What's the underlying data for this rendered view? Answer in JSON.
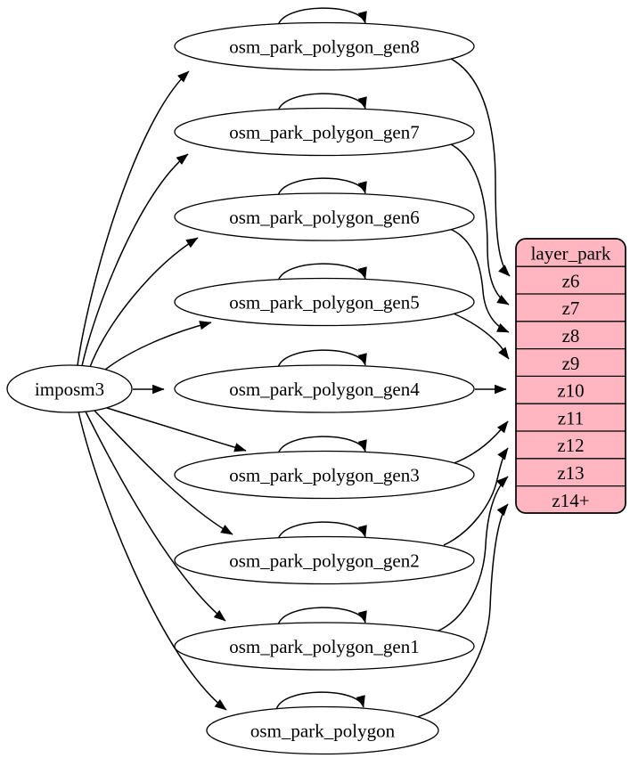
{
  "diagram": {
    "kind": "etl-graph",
    "source": {
      "label": "imposm3"
    },
    "tables": [
      {
        "label": "osm_park_polygon_gen8",
        "self_loop": true,
        "maps_to": "z6"
      },
      {
        "label": "osm_park_polygon_gen7",
        "self_loop": true,
        "maps_to": "z7"
      },
      {
        "label": "osm_park_polygon_gen6",
        "self_loop": true,
        "maps_to": "z8"
      },
      {
        "label": "osm_park_polygon_gen5",
        "self_loop": true,
        "maps_to": "z9"
      },
      {
        "label": "osm_park_polygon_gen4",
        "self_loop": true,
        "maps_to": "z10"
      },
      {
        "label": "osm_park_polygon_gen3",
        "self_loop": true,
        "maps_to": "z11"
      },
      {
        "label": "osm_park_polygon_gen2",
        "self_loop": true,
        "maps_to": "z12"
      },
      {
        "label": "osm_park_polygon_gen1",
        "self_loop": true,
        "maps_to": "z13"
      },
      {
        "label": "osm_park_polygon",
        "self_loop": true,
        "maps_to": "z14+"
      }
    ],
    "layer": {
      "title": "layer_park",
      "rows": [
        "z6",
        "z7",
        "z8",
        "z9",
        "z10",
        "z11",
        "z12",
        "z13",
        "z14+"
      ]
    },
    "colors": {
      "layer_fill": "#ffb6c1",
      "node_fill": "#ffffff",
      "stroke": "#000000"
    }
  }
}
